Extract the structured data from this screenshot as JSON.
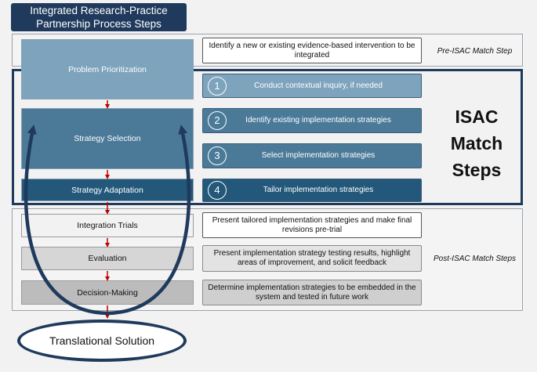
{
  "title": {
    "line1": "Integrated Research-Practice",
    "line2": "Partnership Process Steps"
  },
  "isac_label": {
    "line1": "ISAC",
    "line2": "Match",
    "line3": "Steps"
  },
  "section_labels": {
    "pre": "Pre-ISAC Match Step",
    "post": "Post-ISAC Match Steps"
  },
  "left_steps": [
    {
      "label": "Problem Prioritization"
    },
    {
      "label": "Strategy Selection"
    },
    {
      "label": "Strategy Adaptation"
    },
    {
      "label": "Integration Trials"
    },
    {
      "label": "Evaluation"
    },
    {
      "label": "Decision-Making"
    }
  ],
  "right_steps": [
    {
      "text": "Identify a new or existing evidence-based intervention to be integrated"
    },
    {
      "number": "1",
      "text": "Conduct contextual inquiry, if needed"
    },
    {
      "number": "2",
      "text": "Identify existing implementation strategies"
    },
    {
      "number": "3",
      "text": "Select implementation strategies"
    },
    {
      "number": "4",
      "text": "Tailor implementation strategies"
    },
    {
      "text": "Present tailored implementation strategies and make final revisions pre-trial"
    },
    {
      "text": "Present implementation strategy testing results, highlight areas of improvement, and solicit feedback"
    },
    {
      "text": "Determine implementation strategies to be embedded in the system and tested in future work"
    }
  ],
  "outcome": "Translational Solution",
  "colors": {
    "navy": "#1f3a5c",
    "light_steel_blue": "#7ea3bd",
    "steel_blue": "#4b7a99",
    "dark_teal_blue": "#23587a",
    "arrow_red": "#c00000",
    "gray_light": "#e6e6e6",
    "gray_mid": "#d0d0d0",
    "gray_dark": "#bcbcbc"
  }
}
